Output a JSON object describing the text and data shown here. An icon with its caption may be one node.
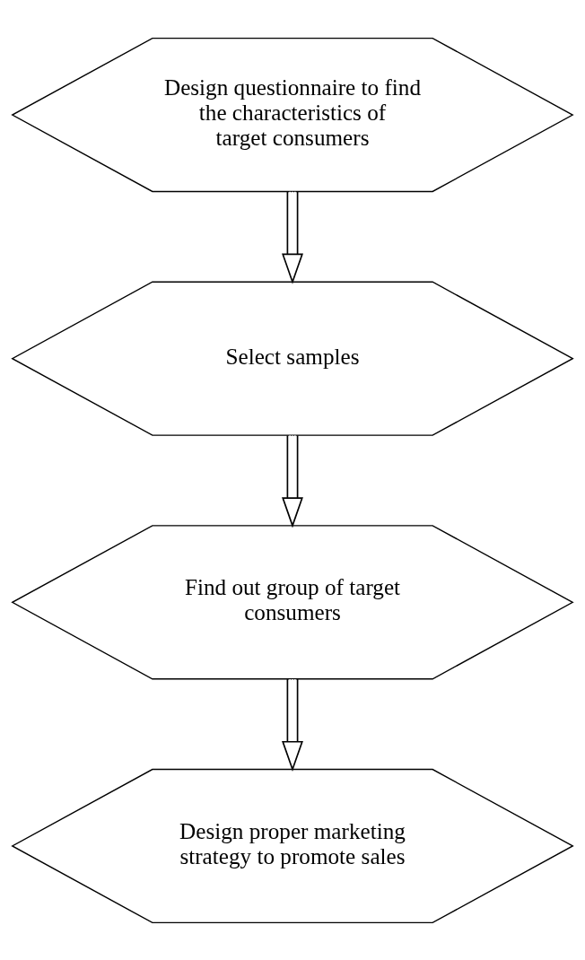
{
  "diagram": {
    "nodes": [
      {
        "text": [
          "Design questionnaire to find the characteristics of target consumers"
        ]
      },
      {
        "text": [
          "Select samples"
        ]
      },
      {
        "text": [
          "Find out group of target consumers"
        ]
      },
      {
        "text": [
          "Design proper marketing strategy to promote sales"
        ]
      }
    ],
    "edges": [
      {
        "from": 0,
        "to": 1,
        "arrow": "to"
      },
      {
        "from": 1,
        "to": 2,
        "arrow": "to"
      },
      {
        "from": 2,
        "to": 3,
        "arrow": "to"
      }
    ]
  }
}
